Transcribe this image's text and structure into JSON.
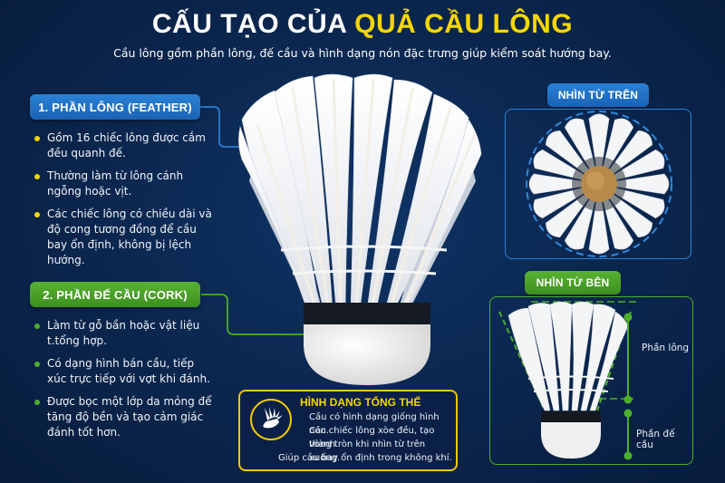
{
  "header": {
    "title_white": "CẤU TẠO CỦA",
    "title_highlight": "QUẢ CẦU LÔNG",
    "subtitle": "Cầu lông gồm phần lông, đế cầu và hình dạng nón đặc trưng giúp kiểm soát hướng bay."
  },
  "colors": {
    "background": "#0b2851",
    "highlight_yellow": "#f7d600",
    "feather_blue": "#1f6fc6",
    "cork_green": "#4caf2a"
  },
  "feather_section": {
    "label": "1. PHẦN LÔNG (FEATHER)",
    "bullets": [
      "Gồm 16 chiếc lông được cắm đều quanh đế.",
      "Thường làm từ lông cánh ngỗng hoặc vịt.",
      "Các chiếc lông có chiều dài và độ cong tương đồng để cầu bay ổn định, không bị lệch hướng."
    ]
  },
  "cork_section": {
    "label": "2. PHẦN ĐẾ CẦU (CORK)",
    "bullets": [
      "Làm từ gỗ bần hoặc vật liệu t.tổng hợp.",
      "Có dạng hình bán cầu, tiếp xúc trực tiếp với vợt khi đánh.",
      "Được bọc một lớp da mỏng để tăng độ bền và tạo cảm giác đánh tốt hơn."
    ]
  },
  "top_view": {
    "label": "NHÌN TỪ TRÊN",
    "icon": "shuttlecock-top-view-icon"
  },
  "side_view": {
    "label": "NHÌN TỪ BÊN",
    "feather_label": "Phần lông",
    "cork_label": "Phần đế cầu",
    "icon": "shuttlecock-side-view-icon"
  },
  "overall_shape": {
    "title": "HÌNH DẠNG TỔNG THỂ",
    "lines": [
      "Cầu có hình dạng giống hình nón.",
      "Các chiếc lông xòe đều, tạo thành",
      "vòng tròn khi nhìn từ trên xuống.",
      "Giúp cầu bay ổn định trong không khí."
    ],
    "icon": "shuttlecock-icon"
  }
}
